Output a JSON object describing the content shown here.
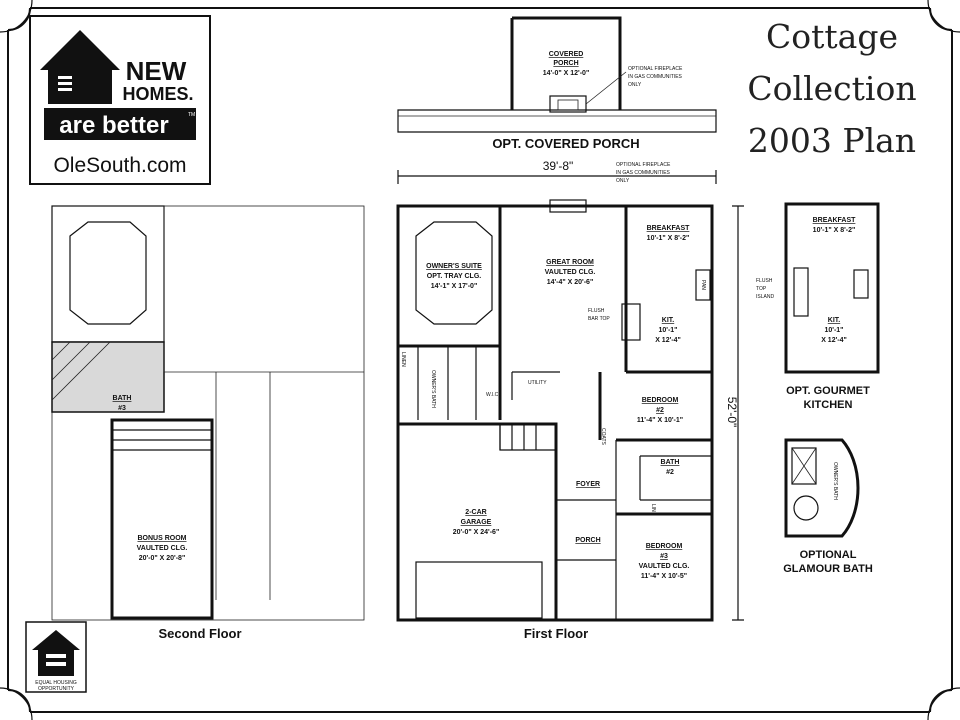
{
  "title": {
    "line1": "Cottage",
    "line2": "Collection",
    "line3": "2003 Plan"
  },
  "logo": {
    "line1": "NEW",
    "line2": "HOMES.",
    "tagline": "are better",
    "tm": "TM",
    "website": "OleSouth.com"
  },
  "equal_housing": {
    "line1": "EQUAL HOUSING",
    "line2": "OPPORTUNITY"
  },
  "captions": {
    "second_floor": "Second Floor",
    "first_floor": "First Floor",
    "covered_porch": "OPT. COVERED PORCH",
    "gourmet_1": "OPT. GOURMET",
    "gourmet_2": "KITCHEN",
    "glamour_1": "OPTIONAL",
    "glamour_2": "GLAMOUR BATH"
  },
  "dimensions": {
    "width": "39'-8\"",
    "depth": "52'-0\""
  },
  "rooms": {
    "covered_porch": {
      "name1": "COVERED",
      "name2": "PORCH",
      "size": "14'-0\" X 12'-0\""
    },
    "owners_suite": {
      "name": "OWNER'S SUITE",
      "note": "OPT. TRAY CLG.",
      "size": "14'-1\" X 17'-0\""
    },
    "great_room": {
      "name": "GREAT ROOM",
      "note": "VAULTED CLG.",
      "size": "14'-4\" X 20'-6\""
    },
    "breakfast": {
      "name": "BREAKFAST",
      "size": "10'-1\" X 8'-2\""
    },
    "kit": {
      "name": "KIT.",
      "size1": "10'-1\"",
      "size2": "X 12'-4\""
    },
    "bedroom2": {
      "name": "BEDROOM",
      "num": "#2",
      "size": "11'-4\" X 10'-1\""
    },
    "bedroom3": {
      "name": "BEDROOM",
      "num": "#3",
      "note": "VAULTED CLG.",
      "size": "11'-4\" X 10'-5\""
    },
    "bath2": {
      "name": "BATH",
      "num": "#2"
    },
    "bath3": {
      "name": "BATH",
      "num": "#3"
    },
    "garage": {
      "name1": "2-CAR",
      "name2": "GARAGE",
      "size": "20'-0\" X 24'-6\""
    },
    "foyer": {
      "name": "FOYER"
    },
    "porch": {
      "name": "PORCH"
    },
    "utility": {
      "name": "UTILITY"
    },
    "wic": {
      "name": "W.I.C."
    },
    "coats": {
      "name": "COATS"
    },
    "linen": {
      "name": "LINEN"
    },
    "owners_bath": {
      "name": "OWNER'S BATH"
    },
    "pan": {
      "name": "PAN"
    },
    "lin": {
      "name": "LIN"
    },
    "flush_bar": {
      "line1": "FLUSH",
      "line2": "BAR TOP"
    },
    "bonus_room": {
      "name": "BONUS ROOM",
      "note": "VAULTED CLG.",
      "size": "20'-0\" X 20'-8\""
    },
    "gourmet_breakfast": {
      "name": "BREAKFAST",
      "size": "10'-1\" X 8'-2\""
    },
    "gourmet_kit": {
      "name": "KIT.",
      "size1": "10'-1\"",
      "size2": "X 12'-4\""
    },
    "gourmet_island": {
      "line1": "FLUSH",
      "line2": "TOP",
      "line3": "ISLAND"
    }
  },
  "notes": {
    "fireplace_porch": {
      "line1": "OPTIONAL FIREPLACE",
      "line2": "IN GAS COMMUNITIES",
      "line3": "ONLY"
    },
    "fireplace_main": {
      "line1": "OPTIONAL FIREPLACE",
      "line2": "IN GAS COMMUNITIES",
      "line3": "ONLY"
    }
  }
}
